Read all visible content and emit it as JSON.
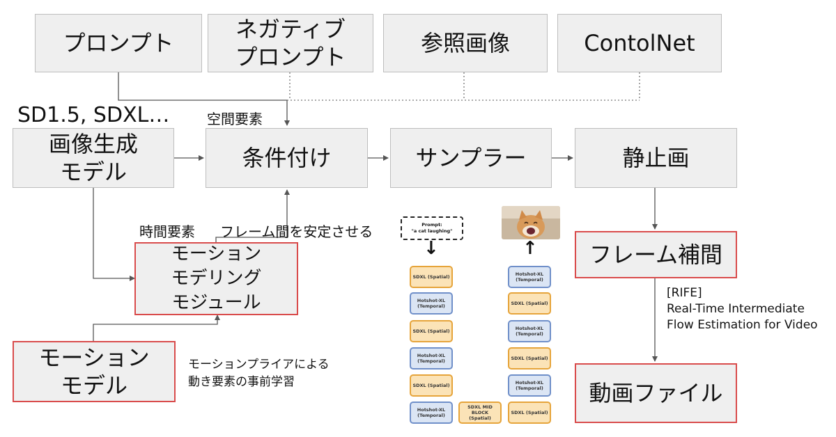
{
  "inputs": {
    "prompt": "プロンプト",
    "negative_prompt": "ネガティブ\nプロンプト",
    "reference_image": "参照画像",
    "controlnet": "ContolNet"
  },
  "model_versions": "SD1.5, SDXL…",
  "image_model": "画像生成\nモデル",
  "spatial_label": "空間要素",
  "conditioning": "条件付け",
  "sampler": "サンプラー",
  "still_image": "静止画",
  "temporal_label": "時間要素",
  "stabilize_label": "フレーム間を安定させる",
  "motion_module": "モーション\nモデリング\nモジュール",
  "motion_model": "モーション\nモデル",
  "motion_note": "モーションプライアによる\n動き要素の事前学習",
  "frame_interp": "フレーム補間",
  "rife_note": "[RIFE]\nReal-Time Intermediate\nFlow Estimation for Video",
  "video_file": "動画ファイル",
  "unet": {
    "prompt_title": "Prompt:",
    "prompt_text": "\"a cat laughing\"",
    "down_arrow": "↓",
    "up_arrow": "↑",
    "left_blocks": [
      "SDXL (Spatial)",
      "Hotshot-XL\n(Temporal)",
      "SDXL (Spatial)",
      "Hotshot-XL\n(Temporal)",
      "SDXL (Spatial)",
      "Hotshot-XL\n(Temporal)"
    ],
    "mid_block": "SDXL MID BLOCK\n(Spatial)",
    "right_blocks": [
      "Hotshot-XL\n(Temporal)",
      "SDXL (Spatial)",
      "Hotshot-XL\n(Temporal)",
      "SDXL (Spatial)",
      "Hotshot-XL\n(Temporal)",
      "SDXL (Spatial)"
    ]
  },
  "colors": {
    "box_fill": "#efefef",
    "box_border": "#bdbdbd",
    "highlight_border": "#d94b4b",
    "sdxl_fill": "#fbe3b7",
    "sdxl_border": "#e6a43a",
    "hotshot_fill": "#dbe5f4",
    "hotshot_border": "#6f8fc9",
    "wire": "#555555"
  }
}
